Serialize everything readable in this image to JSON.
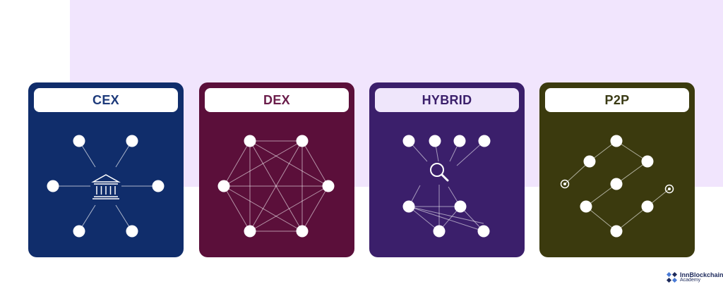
{
  "cards": [
    {
      "label": "CEX",
      "bg": "#102d6b",
      "label_color": "#1d3a7a"
    },
    {
      "label": "DEX",
      "bg": "#5b0f3a",
      "label_color": "#6a1d4a"
    },
    {
      "label": "HYBRID",
      "bg": "#3b1f6b",
      "label_color": "#3b1f6b",
      "label_bg": "#efe6fb"
    },
    {
      "label": "P2P",
      "bg": "#3b3a0e",
      "label_color": "#3a3a14"
    }
  ],
  "logo": {
    "brand": "InnBlockchain",
    "sub": "Academy",
    "color": "#1d2a5c",
    "accent": "#4a7bd6"
  },
  "icons": {
    "cex_center": "bank-icon",
    "hybrid_center": "magnifier-icon"
  }
}
